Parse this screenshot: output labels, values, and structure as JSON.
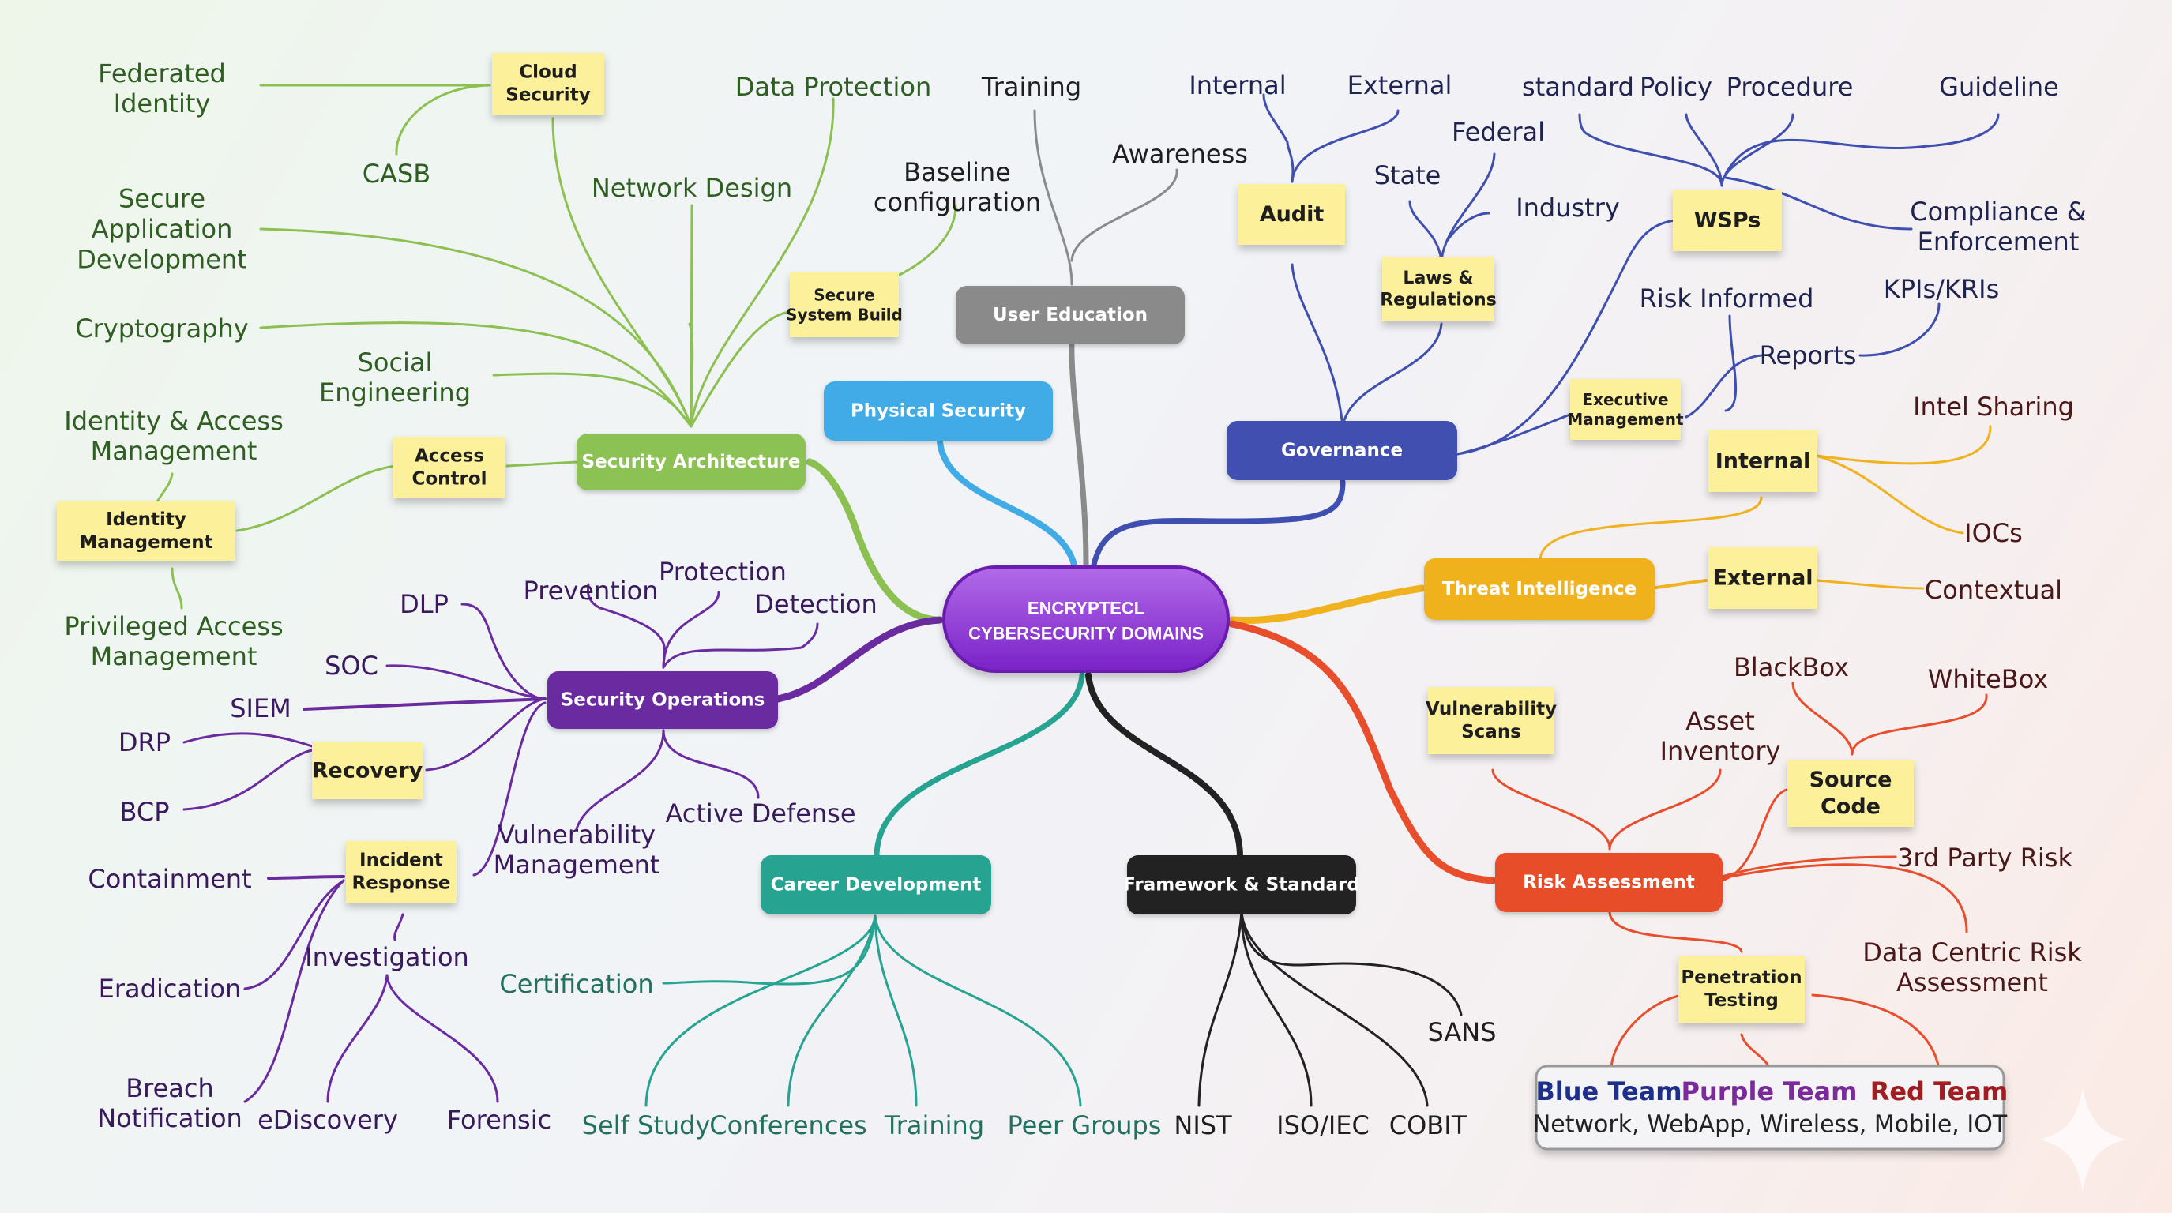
{
  "title": "Encryptecl Cybersecurity Domains",
  "center": {
    "lines": [
      "ENCRYPTECL",
      "CYBERSECURITY DOMAINS"
    ],
    "color": "#8a34d6"
  },
  "colors": {
    "security_architecture": "#8cc152",
    "physical_security": "#41abe6",
    "user_education": "#8a8a8a",
    "governance": "#3f4fb0",
    "threat_intelligence": "#f0b21e",
    "risk_assessment": "#e84e2c",
    "framework_standard": "#222222",
    "career_development": "#27a391",
    "security_operations": "#6a2aa0",
    "sticky": "#fcf09a",
    "green_text": "#2f5e22",
    "navy_text": "#1e2350",
    "purple_text": "#3a1a5c",
    "teal_text": "#237060",
    "maroon_text": "#4a1818",
    "dark_text": "#1e1e1e",
    "blue_team": "#1e2f8a",
    "purple_team": "#7a2a9a",
    "red_team": "#a01e22"
  },
  "domains": {
    "security_architecture": {
      "label": "Security Architecture",
      "stickies": {
        "cloud_security": [
          "Cloud",
          "Security"
        ],
        "access_control": [
          "Access",
          "Control"
        ],
        "identity_management": [
          "Identity",
          "Management"
        ],
        "secure_system_build": [
          "Secure",
          "System Build"
        ]
      },
      "leaves": {
        "federated_identity": [
          "Federated",
          "Identity"
        ],
        "casb": [
          "CASB"
        ],
        "data_protection": [
          "Data Protection"
        ],
        "network_design": [
          "Network Design"
        ],
        "secure_app_dev": [
          "Secure",
          "Application",
          "Development"
        ],
        "cryptography": [
          "Cryptography"
        ],
        "social_engineering": [
          "Social",
          "Engineering"
        ],
        "iam": [
          "Identity & Access",
          "Management"
        ],
        "pam": [
          "Privileged Access",
          "Management"
        ],
        "baseline_configuration": [
          "Baseline",
          "configuration"
        ]
      }
    },
    "physical_security": {
      "label": "Physical Security"
    },
    "user_education": {
      "label": "User Education",
      "leaves": {
        "training": [
          "Training"
        ],
        "awareness": [
          "Awareness"
        ]
      }
    },
    "governance": {
      "label": "Governance",
      "stickies": {
        "audit": [
          "Audit"
        ],
        "laws_regulations": [
          "Laws &",
          "Regulations"
        ],
        "wsps": [
          "WSPs"
        ],
        "executive_management": [
          "Executive",
          "Management"
        ]
      },
      "leaves": {
        "internal": [
          "Internal"
        ],
        "external": [
          "External"
        ],
        "federal": [
          "Federal"
        ],
        "state": [
          "State"
        ],
        "industry": [
          "Industry"
        ],
        "standard": [
          "standard"
        ],
        "policy": [
          "Policy"
        ],
        "procedure": [
          "Procedure"
        ],
        "guideline": [
          "Guideline"
        ],
        "compliance": [
          "Compliance &",
          "Enforcement"
        ],
        "risk_informed": [
          "Risk Informed"
        ],
        "reports": [
          "Reports"
        ],
        "kpis": [
          "KPIs/KRIs"
        ]
      }
    },
    "threat_intelligence": {
      "label": "Threat Intelligence",
      "stickies": {
        "internal": [
          "Internal"
        ],
        "external": [
          "External"
        ]
      },
      "leaves": {
        "intel_sharing": [
          "Intel Sharing"
        ],
        "iocs": [
          "IOCs"
        ],
        "contextual": [
          "Contextual"
        ]
      }
    },
    "risk_assessment": {
      "label": "Risk Assessment",
      "stickies": {
        "vulnerability_scans": [
          "Vulnerability",
          "Scans"
        ],
        "source_code": [
          "Source",
          "Code"
        ],
        "penetration_testing": [
          "Penetration",
          "Testing"
        ]
      },
      "leaves": {
        "blackbox": [
          "BlackBox"
        ],
        "whitebox": [
          "WhiteBox"
        ],
        "asset_inventory": [
          "Asset",
          "Inventory"
        ],
        "third_party": [
          "3rd Party Risk"
        ],
        "data_centric": [
          "Data Centric Risk",
          "Assessment"
        ]
      },
      "teams": {
        "blue": "Blue Team",
        "purple": "Purple Team",
        "red": "Red Team",
        "scope": "Network, WebApp, Wireless, Mobile, IOT"
      }
    },
    "framework_standard": {
      "label": "Framework & Standard",
      "leaves": {
        "nist": [
          "NIST"
        ],
        "iso": [
          "ISO/IEC"
        ],
        "cobit": [
          "COBIT"
        ],
        "sans": [
          "SANS"
        ]
      }
    },
    "career_development": {
      "label": "Career Development",
      "leaves": {
        "certification": [
          "Certification"
        ],
        "self_study": [
          "Self Study"
        ],
        "conferences": [
          "Conferences"
        ],
        "training": [
          "Training"
        ],
        "peer_groups": [
          "Peer Groups"
        ]
      }
    },
    "security_operations": {
      "label": "Security Operations",
      "stickies": {
        "recovery": [
          "Recovery"
        ],
        "incident_response": [
          "Incident",
          "Response"
        ]
      },
      "leaves": {
        "prevention": [
          "Prevention"
        ],
        "protection": [
          "Protection"
        ],
        "detection": [
          "Detection"
        ],
        "dlp": [
          "DLP"
        ],
        "soc": [
          "SOC"
        ],
        "siem": [
          "SIEM"
        ],
        "drp": [
          "DRP"
        ],
        "bcp": [
          "BCP"
        ],
        "vuln_mgmt": [
          "Vulnerability",
          "Management"
        ],
        "active_defense": [
          "Active Defense"
        ],
        "containment": [
          "Containment"
        ],
        "eradication": [
          "Eradication"
        ],
        "breach": [
          "Breach",
          "Notification"
        ],
        "investigation": [
          "Investigation"
        ],
        "ediscovery": [
          "eDiscovery"
        ],
        "forensic": [
          "Forensic"
        ]
      }
    }
  },
  "watermark_icon": "sparkle-icon"
}
